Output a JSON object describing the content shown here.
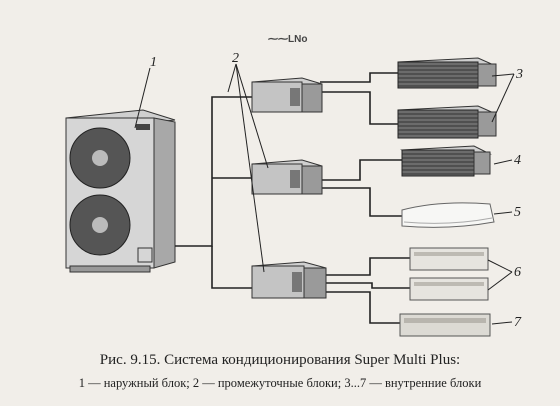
{
  "logo_text": "⁓⁓LNo",
  "labels": {
    "outdoor_unit": "1",
    "intermediate_units": "2",
    "indoor_duct_pair": "3",
    "indoor_duct_single": "4",
    "indoor_wall": "5",
    "indoor_floor_pair": "6",
    "indoor_cassette": "7"
  },
  "caption": {
    "title": "Рис. 9.15. Система кондиционирования Super Multi Plus:",
    "legend": "1 — наружный блок; 2 — промежуточные блоки; 3...7 — внутренние блоки"
  }
}
